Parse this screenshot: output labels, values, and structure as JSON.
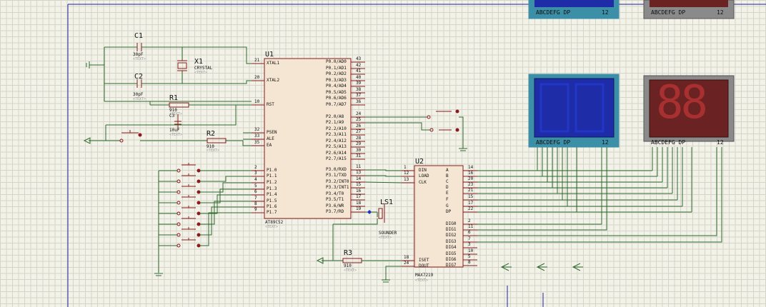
{
  "colors": {
    "wire": "#2e6b2e",
    "component": "#8b1a1a",
    "body": "#f5e6d3",
    "frame": "#2020a0",
    "lcd": "#1f2ca8",
    "lcd_bezel": "#3b8fa6",
    "led_body": "#6b2222",
    "led_seg": "#a83030"
  },
  "components": {
    "c1": {
      "ref": "C1",
      "value": "30pF",
      "text": "<TEXT>"
    },
    "c2": {
      "ref": "C2",
      "value": "30pF",
      "text": "<TEXT>"
    },
    "x1": {
      "ref": "X1",
      "value": "CRYSTAL",
      "text": "<TEXT>"
    },
    "r1": {
      "ref": "R1",
      "value": "910",
      "text": "<TEXT>"
    },
    "c3": {
      "ref": "C3",
      "value": "10uF",
      "text": "<TEXT>"
    },
    "r2": {
      "ref": "R2",
      "value": "910",
      "text": "<TEXT>"
    },
    "r3": {
      "ref": "R3",
      "value": "910",
      "text": "<TEXT>"
    },
    "ls1": {
      "ref": "LS1",
      "value": "SOUNDER",
      "text": "<TEXT>"
    },
    "u1": {
      "ref": "U1",
      "part": "AT89C52",
      "text": "<TEXT>"
    },
    "u2": {
      "ref": "U2",
      "part": "MAX7219",
      "text": "<TEXT>"
    }
  },
  "u1_left_pins": [
    {
      "num": "21",
      "name": "XTAL1"
    },
    {
      "num": "20",
      "name": "XTAL2"
    },
    {
      "num": "10",
      "name": "RST"
    },
    {
      "num": "32",
      "name": "PSEN"
    },
    {
      "num": "33",
      "name": "ALE"
    },
    {
      "num": "35",
      "name": "EA"
    },
    {
      "num": "2",
      "name": "P1.0"
    },
    {
      "num": "3",
      "name": "P1.1"
    },
    {
      "num": "4",
      "name": "P1.2"
    },
    {
      "num": "5",
      "name": "P1.3"
    },
    {
      "num": "6",
      "name": "P1.4"
    },
    {
      "num": "7",
      "name": "P1.5"
    },
    {
      "num": "8",
      "name": "P1.6"
    },
    {
      "num": "9",
      "name": "P1.7"
    }
  ],
  "u1_right_pins": [
    {
      "num": "43",
      "name": "P0.0/AD0"
    },
    {
      "num": "42",
      "name": "P0.1/AD1"
    },
    {
      "num": "41",
      "name": "P0.2/AD2"
    },
    {
      "num": "40",
      "name": "P0.3/AD3"
    },
    {
      "num": "39",
      "name": "P0.4/AD4"
    },
    {
      "num": "38",
      "name": "P0.5/AD5"
    },
    {
      "num": "37",
      "name": "P0.6/AD6"
    },
    {
      "num": "36",
      "name": "P0.7/AD7"
    },
    {
      "num": "24",
      "name": "P2.0/A8"
    },
    {
      "num": "25",
      "name": "P2.1/A9"
    },
    {
      "num": "26",
      "name": "P2.2/A10"
    },
    {
      "num": "27",
      "name": "P2.3/A11"
    },
    {
      "num": "28",
      "name": "P2.4/A12"
    },
    {
      "num": "29",
      "name": "P2.5/A13"
    },
    {
      "num": "30",
      "name": "P2.6/A14"
    },
    {
      "num": "31",
      "name": "P2.7/A15"
    },
    {
      "num": "11",
      "name": "P3.0/RXD"
    },
    {
      "num": "13",
      "name": "P3.1/TXD"
    },
    {
      "num": "14",
      "name": "P3.2/INT0"
    },
    {
      "num": "15",
      "name": "P3.3/INT1"
    },
    {
      "num": "16",
      "name": "P3.4/T0"
    },
    {
      "num": "17",
      "name": "P3.5/T1"
    },
    {
      "num": "18",
      "name": "P3.6/WR"
    },
    {
      "num": "19",
      "name": "P3.7/RD"
    }
  ],
  "u2_left_pins": [
    {
      "num": "1",
      "name": "DIN"
    },
    {
      "num": "12",
      "name": "LOAD"
    },
    {
      "num": "13",
      "name": "CLK"
    },
    {
      "num": "18",
      "name": "ISET"
    },
    {
      "num": "24",
      "name": "DOUT"
    }
  ],
  "u2_right_pins": [
    {
      "num": "14",
      "name": "A"
    },
    {
      "num": "16",
      "name": "B"
    },
    {
      "num": "20",
      "name": "C"
    },
    {
      "num": "23",
      "name": "D"
    },
    {
      "num": "21",
      "name": "E"
    },
    {
      "num": "15",
      "name": "F"
    },
    {
      "num": "17",
      "name": "G"
    },
    {
      "num": "22",
      "name": "DP"
    },
    {
      "num": "2",
      "name": "DIG0"
    },
    {
      "num": "11",
      "name": "DIG1"
    },
    {
      "num": "6",
      "name": "DIG2"
    },
    {
      "num": "7",
      "name": "DIG3"
    },
    {
      "num": "3",
      "name": "DIG4"
    },
    {
      "num": "10",
      "name": "DIG5"
    },
    {
      "num": "5",
      "name": "DIG6"
    },
    {
      "num": "8",
      "name": "DIG7"
    }
  ],
  "displays": {
    "segment_label": "ABCDEFG  DP",
    "digit_label": "12",
    "led_value": "88"
  }
}
